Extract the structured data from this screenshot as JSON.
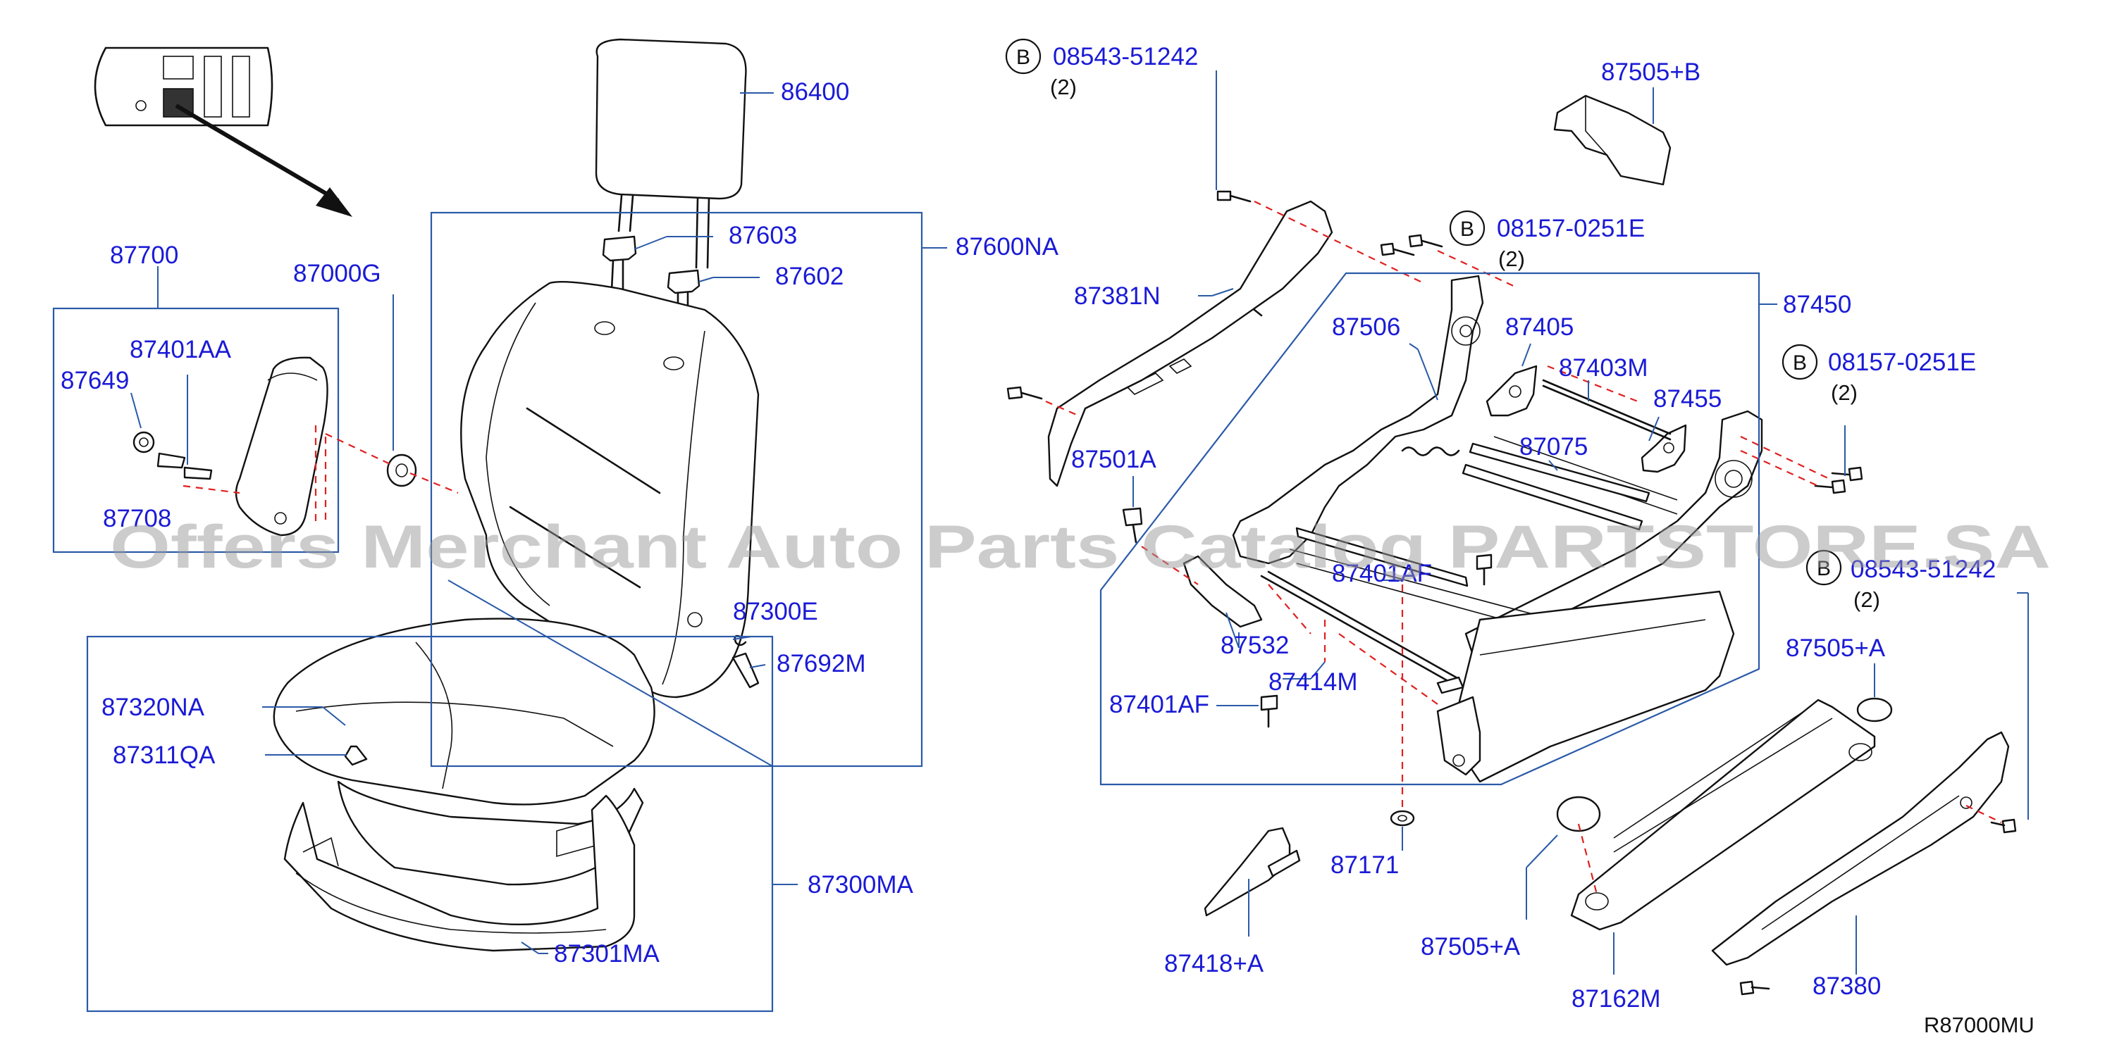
{
  "diagram": {
    "reference_code": "R87000MU",
    "watermark": "Offers Merchant Auto Parts Catalog PARTSTORE.SA",
    "parts": [
      {
        "id": "p86400",
        "label": "86400"
      },
      {
        "id": "p87603",
        "label": "87603"
      },
      {
        "id": "p87602",
        "label": "87602"
      },
      {
        "id": "p87600NA",
        "label": "87600NA"
      },
      {
        "id": "p87700",
        "label": "87700"
      },
      {
        "id": "p87000G",
        "label": "87000G"
      },
      {
        "id": "p87401AA",
        "label": "87401AA"
      },
      {
        "id": "p87649",
        "label": "87649"
      },
      {
        "id": "p87708",
        "label": "87708"
      },
      {
        "id": "p87300E",
        "label": "87300E"
      },
      {
        "id": "p87692M",
        "label": "87692M"
      },
      {
        "id": "p87320NA",
        "label": "87320NA"
      },
      {
        "id": "p87311QA",
        "label": "87311QA"
      },
      {
        "id": "p87300MA",
        "label": "87300MA"
      },
      {
        "id": "p87301MA",
        "label": "87301MA"
      },
      {
        "id": "p08543_top",
        "label": "08543-51242"
      },
      {
        "id": "p87505B",
        "label": "87505+B"
      },
      {
        "id": "p08157_a",
        "label": "08157-0251E"
      },
      {
        "id": "p87450",
        "label": "87450"
      },
      {
        "id": "p87381N",
        "label": "87381N"
      },
      {
        "id": "p87506",
        "label": "87506"
      },
      {
        "id": "p87405",
        "label": "87405"
      },
      {
        "id": "p87403M",
        "label": "87403M"
      },
      {
        "id": "p08157_b",
        "label": "08157-0251E"
      },
      {
        "id": "p87455",
        "label": "87455"
      },
      {
        "id": "p87075",
        "label": "87075"
      },
      {
        "id": "p87501A",
        "label": "87501A"
      },
      {
        "id": "p87401AF_top",
        "label": "87401AF"
      },
      {
        "id": "p08543_right",
        "label": "08543-51242"
      },
      {
        "id": "p87532",
        "label": "87532"
      },
      {
        "id": "p87414M",
        "label": "87414M"
      },
      {
        "id": "p87401AF",
        "label": "87401AF"
      },
      {
        "id": "p87505A_r",
        "label": "87505+A"
      },
      {
        "id": "p87171",
        "label": "87171"
      },
      {
        "id": "p87418A",
        "label": "87418+A"
      },
      {
        "id": "p87505A",
        "label": "87505+A"
      },
      {
        "id": "p87162M",
        "label": "87162M"
      },
      {
        "id": "p87380",
        "label": "87380"
      }
    ],
    "quantities": {
      "q08543_top": "(2)",
      "q08157_a": "(2)",
      "q08157_b": "(2)",
      "q08543_right": "(2)"
    },
    "callout_letter": "B"
  }
}
